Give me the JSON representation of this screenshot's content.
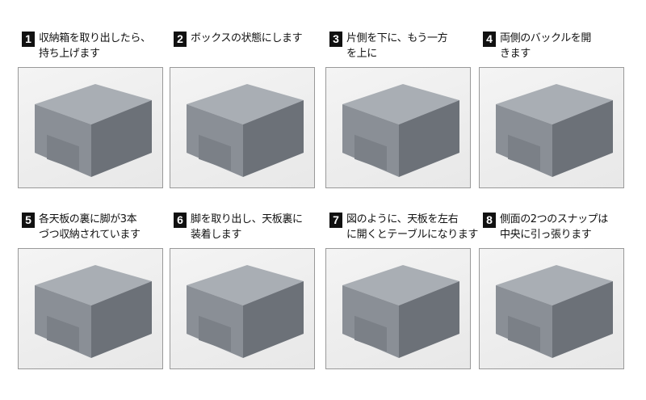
{
  "steps": [
    {
      "number": "1",
      "text": "収納箱を取り出したら、\n持ち上げます"
    },
    {
      "number": "2",
      "text": "ボックスの状態にします"
    },
    {
      "number": "3",
      "text": "片側を下に、もう一方\nを上に"
    },
    {
      "number": "4",
      "text": "両側のバックルを開\nきます"
    },
    {
      "number": "5",
      "text": "各天板の裏に脚が3本\nづつ収納されています"
    },
    {
      "number": "6",
      "text": "脚を取り出し、天板裏に\n装着します"
    },
    {
      "number": "7",
      "text": "図のように、天板を左右\nに開くとテーブルになります"
    },
    {
      "number": "8",
      "text": "側面の2つのスナップは\n中央に引っ張ります"
    }
  ],
  "colors": {
    "box": "#8a8f96",
    "box_dark": "#6c7178",
    "box_light": "#a9aeb4",
    "badge": "#111111"
  }
}
